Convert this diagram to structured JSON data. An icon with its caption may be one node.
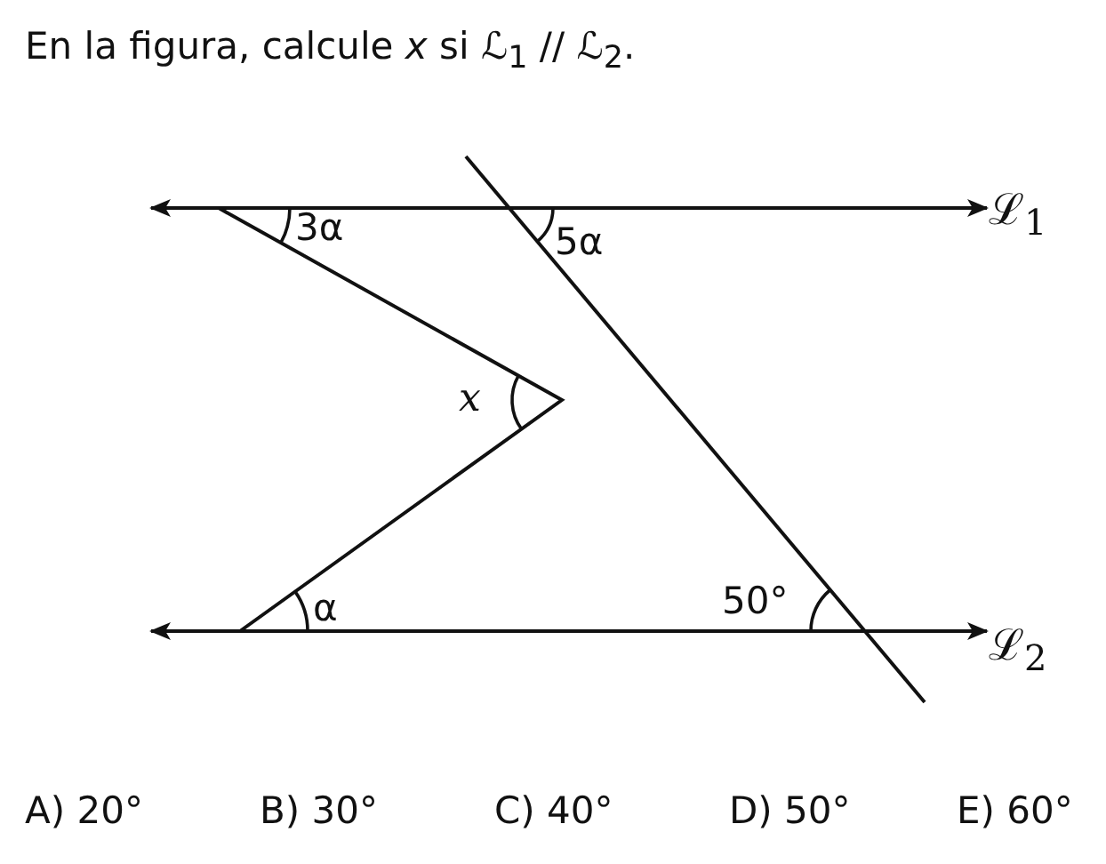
{
  "diagram": {
    "title": "En la figura, calcule *x* si ℒ$_{1}$ // ℒ$_{2}$.",
    "labels": [
      "3α",
      "5α",
      "ℒ$_{1}$",
      "x",
      "α",
      "50°",
      "ℒ$_{2}$",
      "A) 20°",
      "B) 30°",
      "C) 40°",
      "D) 50°",
      "E) 60°"
    ]
  }
}
